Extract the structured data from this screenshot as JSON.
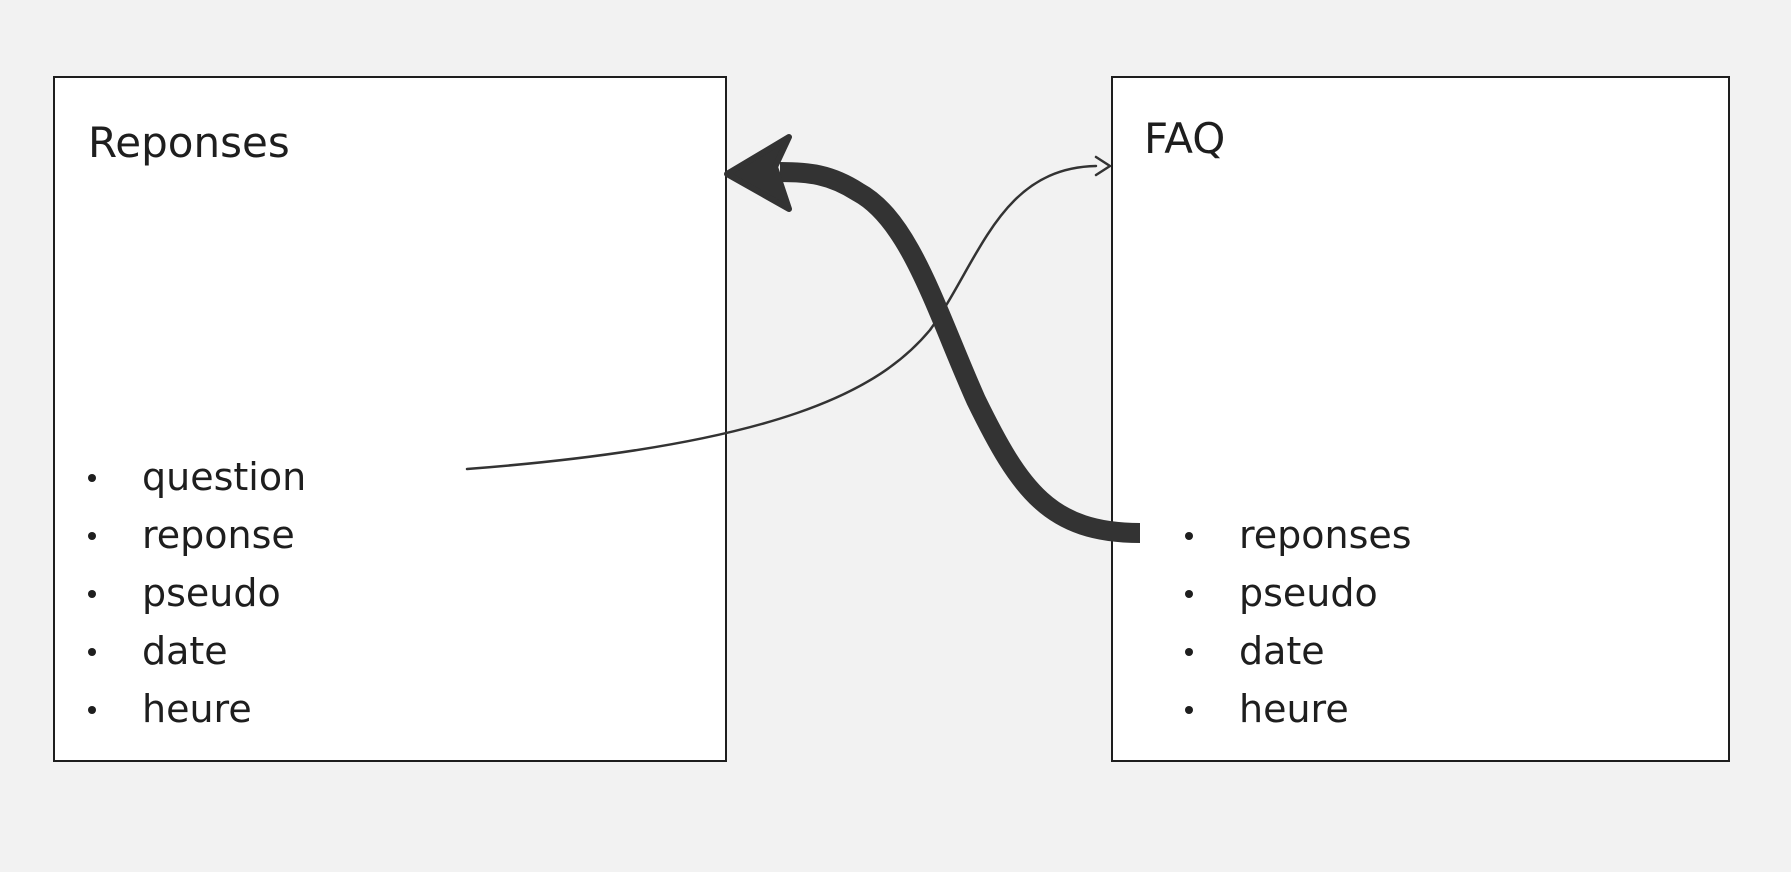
{
  "diagram": {
    "entities": [
      {
        "id": "reponses",
        "title": "Reponses",
        "fields": [
          "question",
          "reponse",
          "pseudo",
          "date",
          "heure"
        ]
      },
      {
        "id": "faq",
        "title": "FAQ",
        "fields": [
          "reponses",
          "pseudo",
          "date",
          "heure"
        ]
      }
    ],
    "links": [
      {
        "from": "reponses.question",
        "to": "faq",
        "style": "thin"
      },
      {
        "from": "faq.reponses",
        "to": "reponses",
        "style": "thick"
      }
    ]
  },
  "colors": {
    "background": "#f2f2f2",
    "box_fill": "#ffffff",
    "stroke": "#1e1e1e",
    "connector": "#333333"
  }
}
